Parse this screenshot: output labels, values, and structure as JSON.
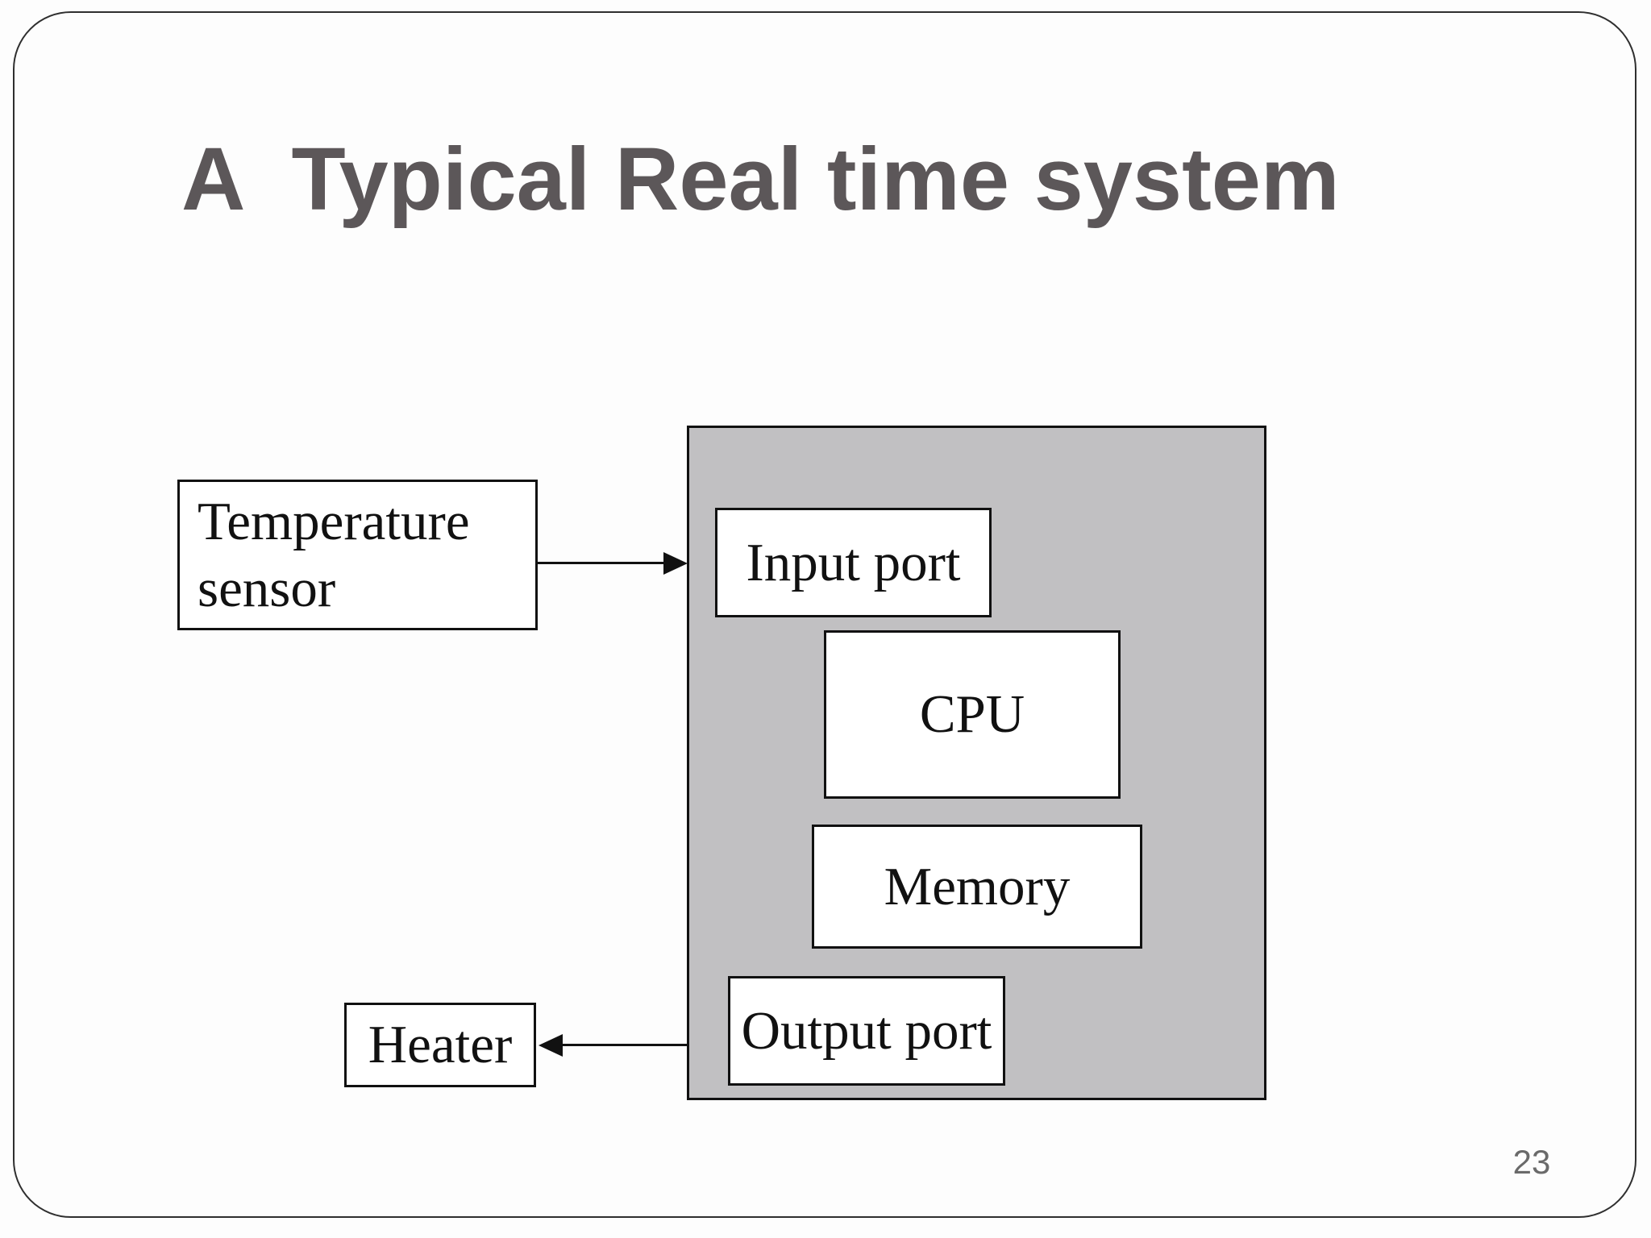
{
  "slide": {
    "title": "A  Typical Real time system",
    "page_number": "23"
  },
  "diagram": {
    "system_box": {
      "role": "real-time computer system enclosure",
      "nodes_inside": [
        "Input port",
        "CPU",
        "Memory",
        "Output port"
      ]
    },
    "nodes": {
      "temperature_sensor": "Temperature\nsensor",
      "input_port": "Input port",
      "cpu": "CPU",
      "memory": "Memory",
      "output_port": "Output port",
      "heater": "Heater"
    },
    "arrows": [
      {
        "from": "temperature_sensor",
        "to": "input_port",
        "direction": "right"
      },
      {
        "from": "output_port",
        "to": "heater",
        "direction": "left"
      }
    ]
  },
  "colors": {
    "title": "#5c5759",
    "system_box_fill": "#c1c0c2",
    "box_border": "#111111",
    "label_text": "#111111",
    "page_number": "#6a6a6a",
    "background": "#fdfdfd",
    "slide_border": "#2f2f2f"
  }
}
